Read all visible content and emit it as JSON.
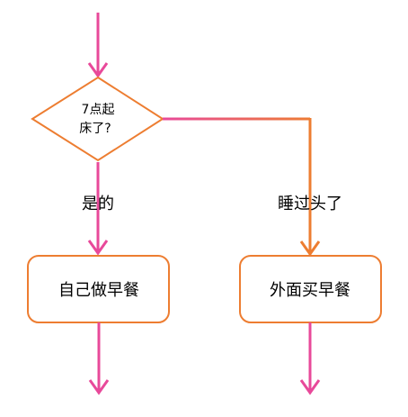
{
  "decision": {
    "line1": "7点起",
    "line2": "床了?"
  },
  "branches": {
    "yes_label": "是的",
    "no_label": "睡过头了"
  },
  "actions": {
    "left": "自己做早餐",
    "right": "外面买早餐"
  },
  "colors": {
    "stroke_orange": "#ED7D31",
    "arrow_pink": "#E8499A",
    "fill": "#FFFFFF",
    "text": "#000000"
  }
}
